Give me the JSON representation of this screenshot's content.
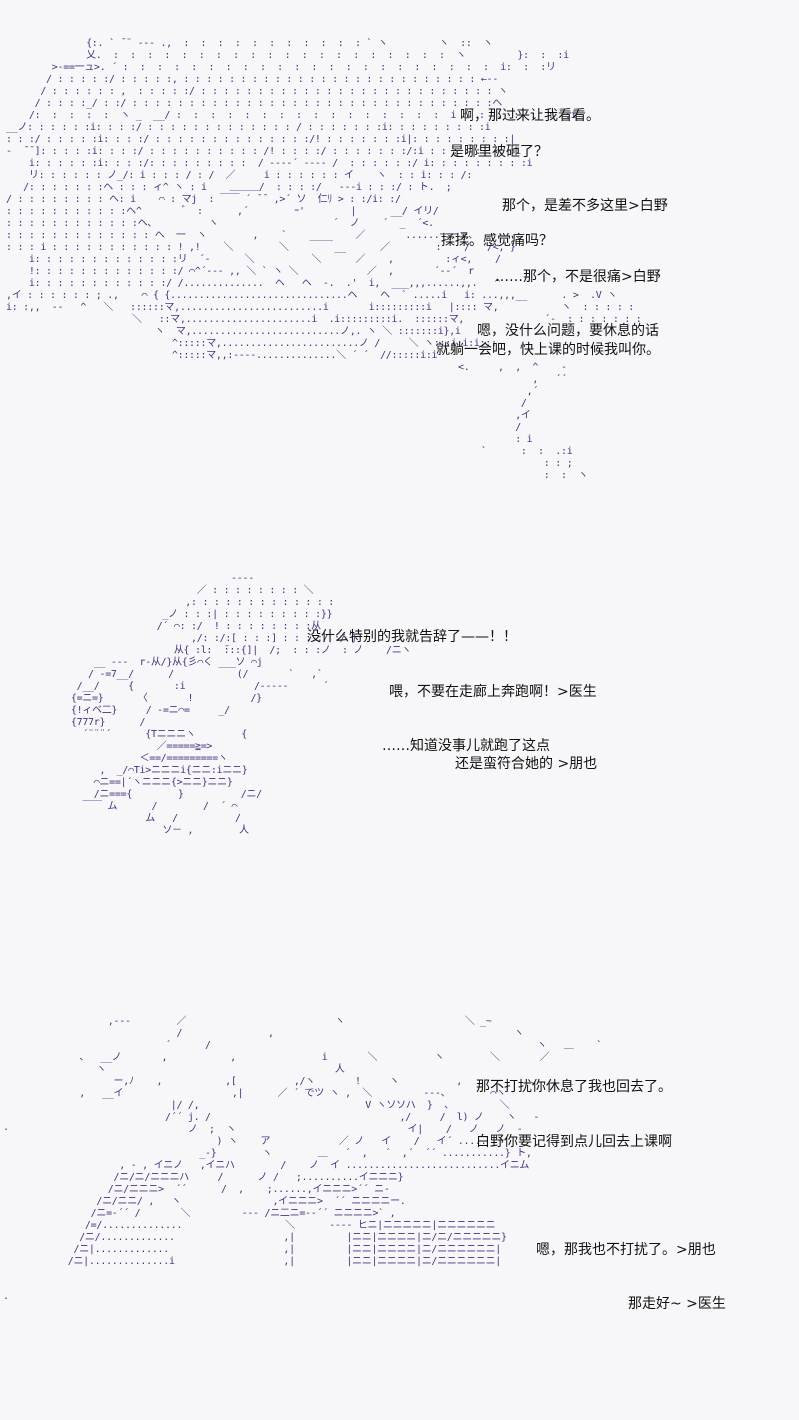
{
  "panels": [
    {
      "art": [
        "              {:. ` ̄ ¨ ‐-- .,  :  :  :  :  :  :  :  :  :  :  : ` ヽ         ヽ  ::  ヽ",
        "              乂.  :  :  :  :  :  :  :  :  :  :  :  :  :  :  :  :  :  :  :  :  ヽ         }:  :  :i",
        "        >‐==一ュ>. ´ :  :  :  :  :  :  :  :  :  :  :  :  :  :  :  :  :  :  :  :  :  :  i:  :  :リ",
        "       / : : : : :/ : : : : :, : : : : : : : : : : : : : : : : : : : : : : : : : : ←‐‐",
        "      / : : : : : : ,  : : : : :/ : : : : : : : : : : : : : : : : : : : : : : : : : : ヽ",
        "     / : : : :_/ : :/ : : : : : : : : : : : : : : : : : : : : : : : : : : : : : : : :ヘ",
        "    /:  :  :  :  :  ヽ _  __/ :  :  :  :  :  :  :  :  :  :  :  :  :  :  :  :  i :  :  :  :  :  :  :i",
        "__ノ: : : : : :i: : : :/ : : : : : : : : : : : : : / : : : : : : :i: : : : : : : : :i",
        ": : :/ : : : : :i: : : :/ : : : : : : : : : : : : : :/! : : : : : : :i|: : : : : : : : :|",
        "‐  ̄ ̄ ]: : : : :i: : : :/ : : : : : : : : : : /! : : : :/ : : : : : : :/:i : : : : : : : :i",
        "    i: : : : : :i: : : :/: : : : : : : : :  / ‐‐‐‐´ ‐‐‐‐ /  : : : : : :/ i: : : : : : : : :i",
        "    リ: : : : : : ノ_/: i : : : / : /  ／     i : : : : : : イ    ヽ  : : i: : : /:",
        "   /: : : : : : :ヘ : : : ィ^ ヽ : i    ＿＿＿/  : : : :/   ‐‐‐i : : :/ : ト.  ;",
        "/ : : : : : : : : ヘ: i    ⌒ : マj  : ￣￣ ´ ̄ ̄  ,>´ ソ  仁ﾘ > : :/i: :/",
        ": : : : : : : : : : :ヘ^       ゛ :      ,´        ｰ'        |      __/ イリ/",
        ": : : : : : : : : : : :ヘ、         ヽ                    ´  ノ    ´  _  ´<.",
        ": : : : : : : : : : : : : ヘ  一  ヽ        ,    `    ____    ／       ......一ーァ、",
        ": : : i : : : : : : : : : : : ! ,!    ＼        ＼        __      ／        :    /   /<, }",
        "    i: : : : : : : : : : : : :リ  ´‐      ＼          ＼      ／    ,         :ィ<,    /",
        "    !: : : : : : : : : : : : :/ ⌒^´--- ,, ＼ ` ヽ ＼            ／  ,       ´‐‐´  r",
        "    i: : : : : : : : : : : :/ /..............  ヘ   ヘ  ‐.  .'  i,  ___,,,......,,.   ^",
        ",イ : : : : : : ; .,    ⌒ { {...............................ヘ    ヘ  ` .....i   i: ...,,,__      . >  .V ヽ",
        "i: :,,  ‐‐   ^   ＼   ::::::マ,.........................i       i:::::::::i   |:::: マ,           ヽ  : : : : :",
        "                      ＼   ::マ,......................i  .i:::::::::i.  ::::::マ,              ´-  : : : : : : :",
        "                          ヽ  マ,..........................ノ,. ヽ ＼ :::::::i},i",
        "                             ^:::::マ,........................ノ /     ＼ ヽ:::i:i:i:::",
        "                             ^:::::マ,,:----..............＼ ´ ´  //:::::i:i"
      ],
      "art_right": [
        "<.     ,  ,  ^    -",
        "             ,   ´´",
        "            ,´",
        "           /",
        "          ,イ",
        "          /",
        "          : i",
        "    `      :  :  .:i",
        "               : : ;",
        "               :  :  ヽ"
      ],
      "lines": [
        "啊，那过来让我看看。",
        "是哪里被砸了？",
        "那个，是差不多这里>白野",
        "揉揉。感觉痛吗？",
        "……那个，不是很痛>白野",
        "嗯，没什么问题，要休息的话",
        "就躺一会吧，快上课的时候我叫你。"
      ]
    },
    {
      "art": [
        "                                ‐‐‐‐",
        "                          ／ : : : : : : : : ＼",
        "                        ,: : : : : : : : : : : : :",
        "                    _ノ : : :| : : : : : : : : :}}",
        "                   /´ ⌒: :/  ! : : : : : : : :从",
        "                         ,/: :/:[ : : :] : : : :/ :/ }",
        "                      从{ :l:  ̄:::{]|  /;  : : :ノ  : ノ    /ニヽ",
        "        __ ‐-‐  r‐从/}从{彡⌒く ___ソ ⌒j",
        "       / ‐=7__/      /           (/       `   ,`",
        "     /__/     {       :i            /‐‐‐‐‐      ´",
        "    {=ニ=}      〈       !          /}",
        "    {!ィベ二}     / ‐=ニ⌒=     _/",
        "    {777r}      /",
        "      ´¨¨¨´      {Tニニニヽ        {",
        "                   ／=====≧=>",
        "                ＜==/=========ヽ",
        "         ,  _/⌒Ti>ニニニi{ニニ:iニニ}",
        "        ⌒ニ==|´ヽニニニ{>ニニ}ニニ}",
        "        /ニ==={        }          /ニ/",
        "      ￣￣ ム      /        /  ´ ⌒",
        "                 ム   /          /",
        "                    ソ－ ,        人"
      ],
      "lines": [
        "没什么特别的我就告辞了——！！",
        "喂，不要在走廊上奔跑啊！>医生",
        "……知道没事儿就跑了这点",
        "还是蛮符合她的 >朋也"
      ]
    },
    {
      "art": [
        "               ,‐‐‐        ／                          ヽ                     ＼ _~",
        "                           /               ,                                          ヽ",
        "                         ´      /                                                         ヽ   ＿    `",
        "          、  __ノ       ,           ,               i       ＼          ヽ        ＼       ／",
        "             ヽ                                        人",
        "                ー,ﾉ    ,           ,[          ,/ヽ       !     ヽ          ,            、    ＿",
        "          ,   __イ                   ,|      ／ ´ でツ ヽ ,  ＼         ‐‐‐、       ⌒ヽ",
        "                          |/ /,                             V ヽソソハ  }  、        ＼",
        "                         /´´ j. /                                 ,/     /  l) ノ    ヽ   -",
        "                             ノ  ;  ヽ                              イ|    /   ノ   ノ  -",
        "                                  ) ヽ    ア            ／ ノ   イ    /   イ´ .....",
        "                               _‐}        ヽ        ＿   ´  ,   ´  ,´  ´´ ...........} ト,",
        "                 , ‐ , イニノ   ,イニハ        /    ノ  イ ...........................イニム",
        "                /ニ/ニ/ニニニハ     /      ノ /   ;..........イニニニ}",
        "               /ニ/ニニニ>  ´´      /  ,    ;......,イニニニ>´´ ニ-",
        "             /ニ/ニニ/ ,   ヽ                ,イニニニ>  ´´ ニニニニー.",
        "            /ニ=‐´´ /       ＼         ‐‐‐ /ニ二ニ=‐‐´´ ニニニニ>` ,",
        "           /=/..............                  ＼      ‐‐‐‐ ヒニ|ニニニニニ|ニニニニニニ",
        "          /ニ/.............                   ,|         |ニニ|ニニニニ|ニ/ニ/ニニニニニ}",
        "         /ニ|.............                    ,|         |ニニ|ニニニニ|ニ/ニニニニニニ|",
        "        /ニ|..............i                   ,|         |ニニ|ニニニニ|ニ/ニニニニニニ|"
      ],
      "lines": [
        "那不打扰你休息了我也回去了。",
        "白野你要记得到点儿回去上课啊",
        "嗯，那我也不打扰了。>朋也",
        "那走好~ >医生"
      ]
    }
  ]
}
